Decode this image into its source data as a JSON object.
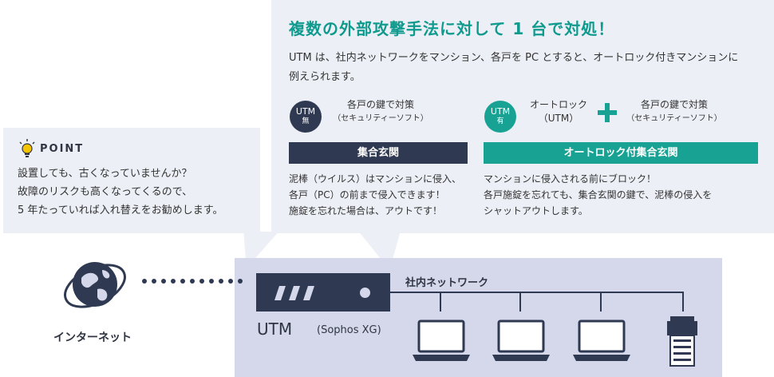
{
  "main": {
    "title": "複数の外部攻撃手法に対して 1 台で対処！",
    "description": "UTM は、社内ネットワークをマンション、各戸を PC とすると、オートロック付きマンションに例えられます。",
    "left": {
      "badge_main": "UTM",
      "badge_sub": "無",
      "label_line1": "各戸の鍵で対策",
      "label_line2": "（セキュリティーソフト）",
      "bar": "集合玄関",
      "text_lines": [
        "泥棒（ウイルス）はマンションに侵入、",
        "各戸（PC）の前まで侵入できます！",
        "施錠を忘れた場合は、アウトです！"
      ]
    },
    "right": {
      "badge_main": "UTM",
      "badge_sub": "有",
      "autolock_line1": "オートロック",
      "autolock_line2": "（UTM）",
      "key_line1": "各戸の鍵で対策",
      "key_line2": "（セキュリティーソフト）",
      "bar": "オートロック付集合玄関",
      "text_lines": [
        "マンションに侵入される前にブロック！",
        "各戸施錠を忘れても、集合玄関の鍵で、泥棒の侵入を",
        "シャットアウトします。"
      ]
    }
  },
  "point": {
    "title": "POINT",
    "lines": [
      "設置しても、古くなっていませんか？",
      "故障のリスクも高くなってくるので、",
      "5 年たっていれば入れ替えをお勧めします。"
    ]
  },
  "network": {
    "utm_label": "UTM",
    "utm_model": "(Sophos XG)",
    "lan_label": "社内ネットワーク",
    "internet_label": "インターネット"
  },
  "colors": {
    "teal": "#17a293",
    "navy": "#2f3a52",
    "panel": "#eceff5",
    "network_panel": "#d4d8ea"
  },
  "icons": [
    "lightbulb-icon",
    "globe-icon",
    "laptop-icon",
    "printer-icon"
  ]
}
